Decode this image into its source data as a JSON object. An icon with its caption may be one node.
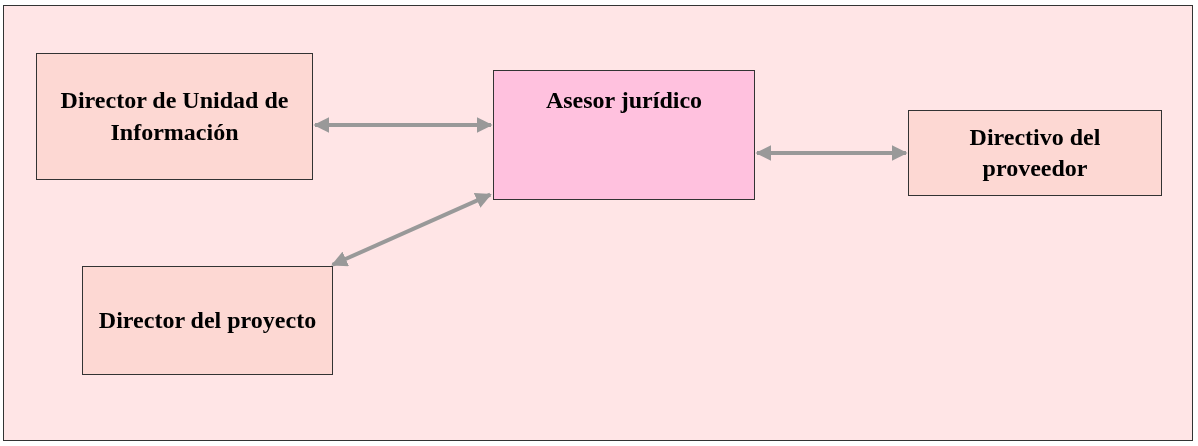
{
  "diagram": {
    "nodes": [
      {
        "text": [
          "Director de Unidad de Información"
        ]
      },
      {
        "text": [
          "Asesor jurídico"
        ]
      },
      {
        "text": [
          "Directivo del proveedor"
        ]
      },
      {
        "text": [
          "Director del proyecto"
        ]
      }
    ],
    "edges": [
      {
        "from": 0,
        "to": 1,
        "arrow": "both"
      },
      {
        "from": 3,
        "to": 1,
        "arrow": "both"
      },
      {
        "from": 1,
        "to": 2,
        "arrow": "both"
      }
    ]
  }
}
